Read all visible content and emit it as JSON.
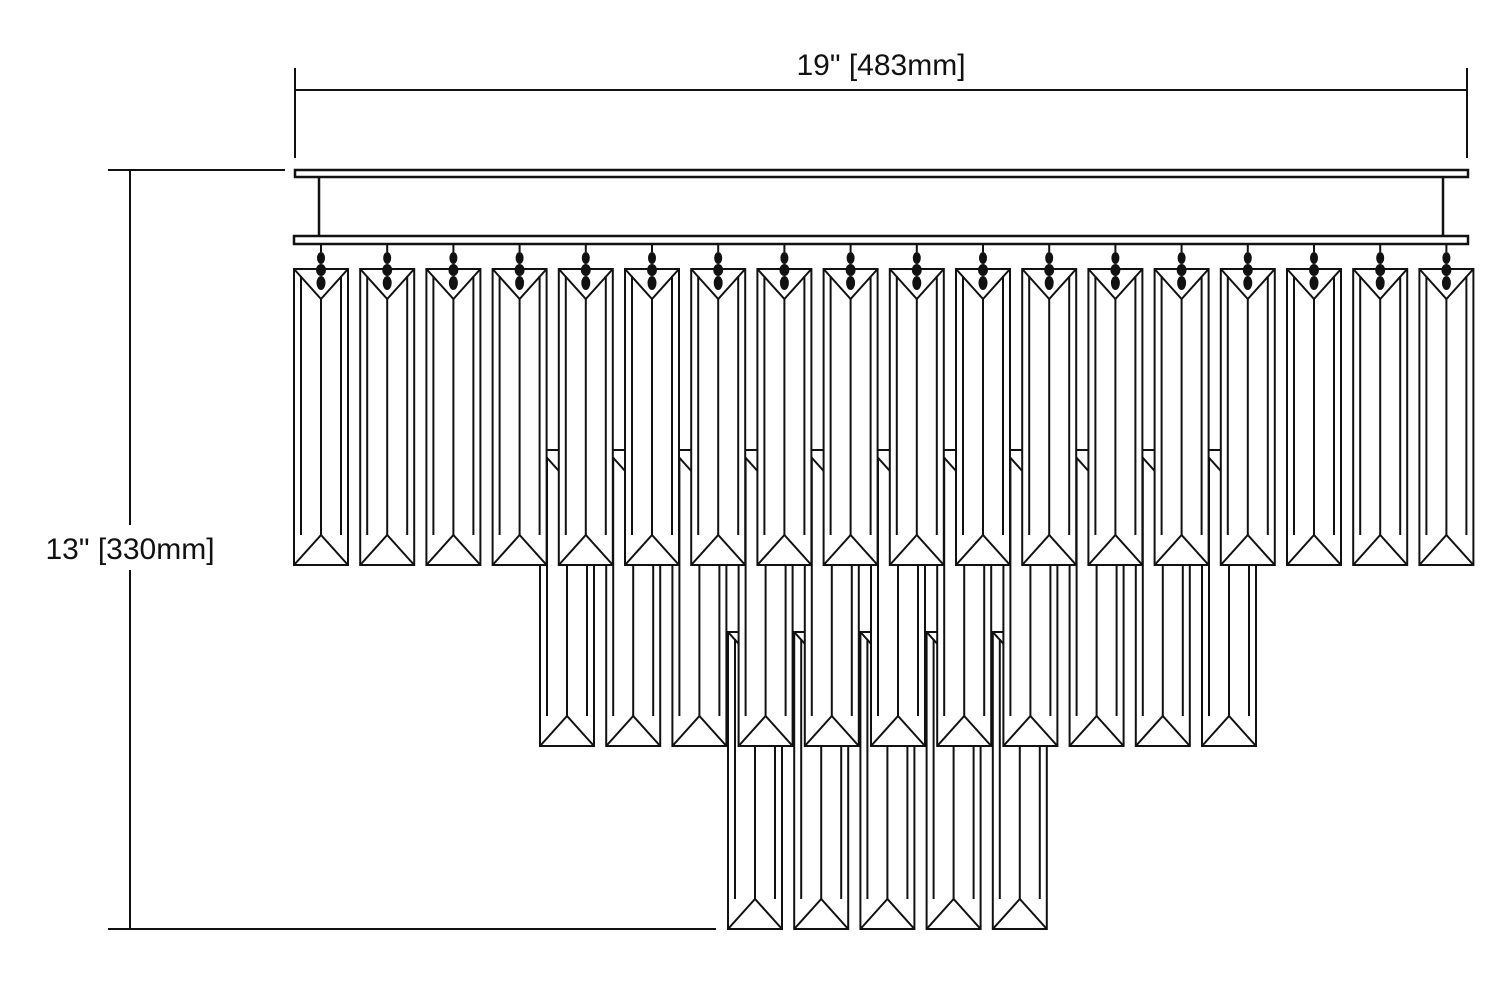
{
  "dimensions": {
    "width_label": "19\" [483mm]",
    "height_label": "13\" [330mm]"
  },
  "fixture": {
    "tiers": [
      {
        "name": "top",
        "crystal_count": 18
      },
      {
        "name": "middle",
        "crystal_count": 11
      },
      {
        "name": "bottom",
        "crystal_count": 5
      }
    ]
  },
  "colors": {
    "line": "#111111",
    "background": "#ffffff"
  }
}
